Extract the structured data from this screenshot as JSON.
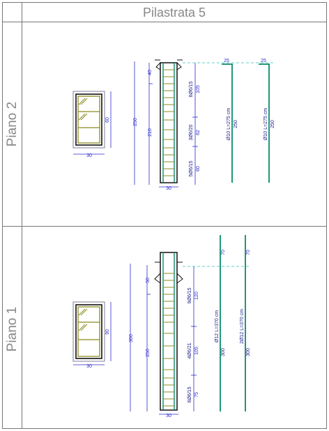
{
  "title": "Pilastrata 5",
  "colors": {
    "frame": "#777777",
    "dim": "#2a2ad0",
    "bar": "#0a8a6a",
    "stirrup": "#8b8b20",
    "concrete": "#111111",
    "guide": "#2ec4b6"
  },
  "floors": [
    {
      "label": "Piano 2",
      "section": {
        "width": "30",
        "depth": "60"
      },
      "elevation": {
        "total": "250",
        "top": "40",
        "middle": "210",
        "base_width": "30",
        "stirrup_zones": [
          {
            "spec": "6Ø6/15",
            "length": "105"
          },
          {
            "spec": "3Ø6/20",
            "length": "62"
          },
          {
            "spec": "5Ø6/15",
            "length": "60"
          }
        ]
      },
      "bars": [
        {
          "hook": "25",
          "spec": "Ø10 L=275 cm",
          "length": "250"
        },
        {
          "hook": "25",
          "spec": "Ø10 L=275 cm",
          "length": "250"
        }
      ]
    },
    {
      "label": "Piano 1",
      "section": {
        "width": "30",
        "depth": "90"
      },
      "elevation": {
        "total": "300",
        "top": "50",
        "middle": "250",
        "base_width": "30",
        "stirrup_zones": [
          {
            "spec": "9Ø6/15",
            "length": "120"
          },
          {
            "spec": "4Ø6/21",
            "length": "105"
          },
          {
            "spec": "6Ø6/15",
            "length": "75"
          }
        ]
      },
      "bars": [
        {
          "hook": "70",
          "spec": "Ø12 L=370 cm",
          "length": "300"
        },
        {
          "hook": "70",
          "spec": "2Ø12 L=370 cm",
          "length": "300"
        }
      ]
    }
  ]
}
